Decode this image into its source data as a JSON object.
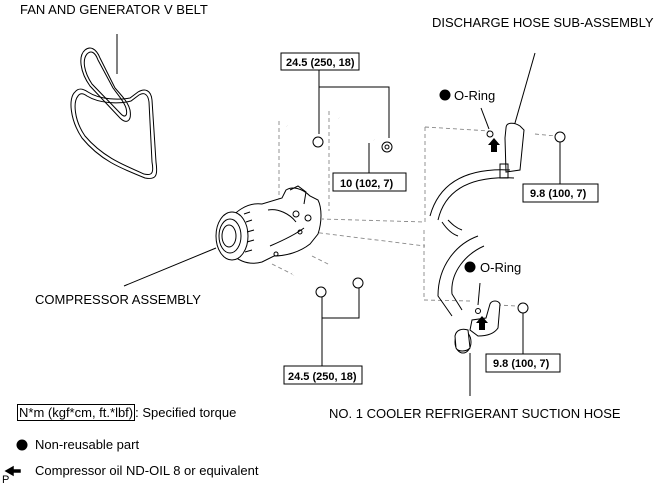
{
  "labels": {
    "fan_belt": "FAN AND GENERATOR V BELT",
    "discharge_hose": "DISCHARGE HOSE SUB-ASSEMBLY",
    "compressor": "COMPRESSOR ASSEMBLY",
    "suction_hose": "NO. 1 COOLER REFRIGERANT SUCTION HOSE",
    "oring_upper": "O-Ring",
    "oring_lower": "O-Ring"
  },
  "torques": {
    "top_bolts": "24.5 (250, 18)",
    "stud": "10 (102, 7)",
    "discharge_bolt": "9.8 (100, 7)",
    "suction_bolt": "9.8 (100, 7)",
    "bottom_bolts": "24.5 (250, 18)"
  },
  "legend": {
    "torque_unit": "N*m (kgf*cm, ft.*lbf)",
    "torque_desc": ": Specified torque",
    "non_reusable": "Non-reusable part",
    "oil": "Compressor oil ND-OIL 8 or equivalent"
  },
  "corner_mark": "P"
}
